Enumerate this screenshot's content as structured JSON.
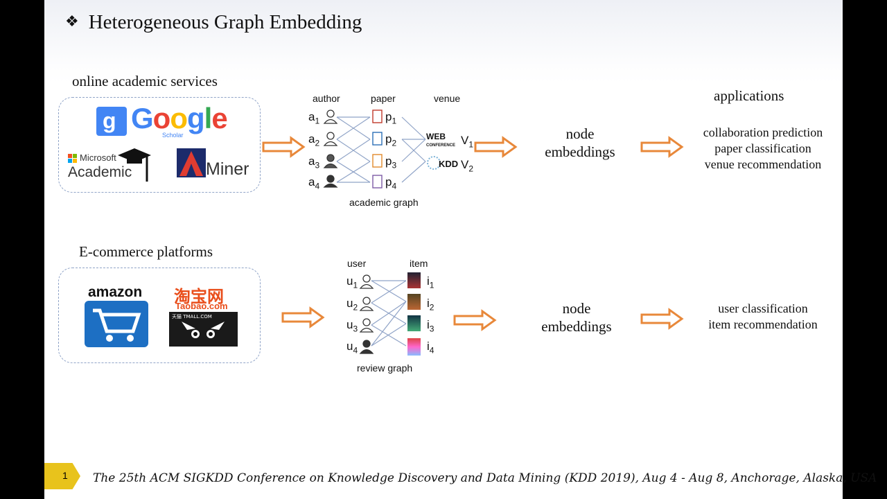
{
  "title": "Heterogeneous Graph Embedding",
  "bullet": "❖",
  "academic": {
    "section_label": "online academic services",
    "logos": {
      "google": "Google",
      "google_sub": "Scholar",
      "ms_top": "Microsoft",
      "ms_bottom": "Academic",
      "aminer": "Miner"
    },
    "headers": {
      "author": "author",
      "paper": "paper",
      "venue": "venue"
    },
    "authors": [
      "a1",
      "a2",
      "a3",
      "a4"
    ],
    "papers": [
      "p1",
      "p2",
      "p3",
      "p4"
    ],
    "venues": [
      "V1",
      "V2"
    ],
    "venue_logos": [
      "WEB",
      "KDD"
    ],
    "graph_label": "academic graph",
    "node_embeddings": "node embeddings",
    "applications_header": "applications",
    "applications": [
      "collaboration prediction",
      "paper classification",
      "venue recommendation"
    ]
  },
  "ecommerce": {
    "section_label": "E-commerce platforms",
    "logos": {
      "amazon": "amazon",
      "taobao_cn": "淘宝网",
      "taobao": "Taobao.com",
      "tmall": "天猫 TMALL.COM"
    },
    "headers": {
      "user": "user",
      "item": "item"
    },
    "users": [
      "u1",
      "u2",
      "u3",
      "u4"
    ],
    "items": [
      "i1",
      "i2",
      "i3",
      "i4"
    ],
    "graph_label": "review graph",
    "node_embeddings": "node embeddings",
    "applications": [
      "user classification",
      "item recommendation"
    ]
  },
  "footer": "The 25th ACM SIGKDD Conference on Knowledge Discovery and Data Mining (KDD 2019), Aug 4 - Aug 8, Anchorage, Alaska, USA",
  "page_number": "1",
  "colors": {
    "arrow": "#e8883a",
    "dashed_border": "#8fa3c7",
    "page_badge": "#e8c31c"
  }
}
